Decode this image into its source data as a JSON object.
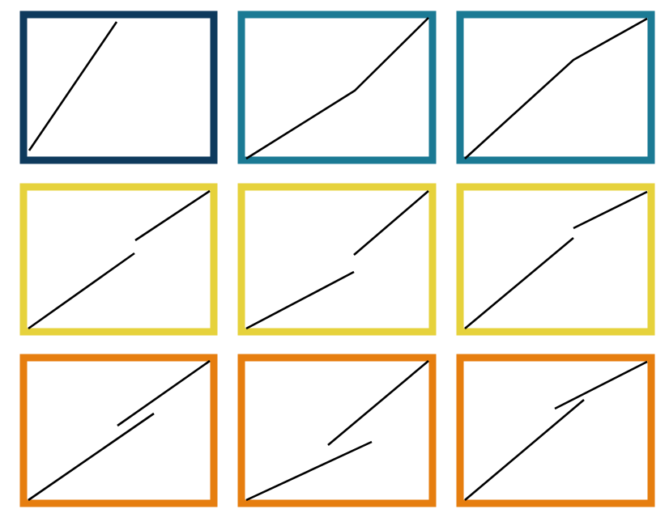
{
  "colors": {
    "background": "#ffffff",
    "stroke": "#000000",
    "row_colors": [
      "#0e3a5d",
      "#1b7a94",
      "#e6d23c",
      "#e67e0f"
    ]
  },
  "panels": [
    {
      "id": "p11",
      "frame_color": "#0e3a5d"
    },
    {
      "id": "p12",
      "frame_color": "#1b7a94"
    },
    {
      "id": "p13",
      "frame_color": "#1b7a94"
    },
    {
      "id": "p21",
      "frame_color": "#e6d23c"
    },
    {
      "id": "p22",
      "frame_color": "#e6d23c"
    },
    {
      "id": "p23",
      "frame_color": "#e6d23c"
    },
    {
      "id": "p31",
      "frame_color": "#e67e0f"
    },
    {
      "id": "p32",
      "frame_color": "#e67e0f"
    },
    {
      "id": "p33",
      "frame_color": "#e67e0f"
    }
  ]
}
